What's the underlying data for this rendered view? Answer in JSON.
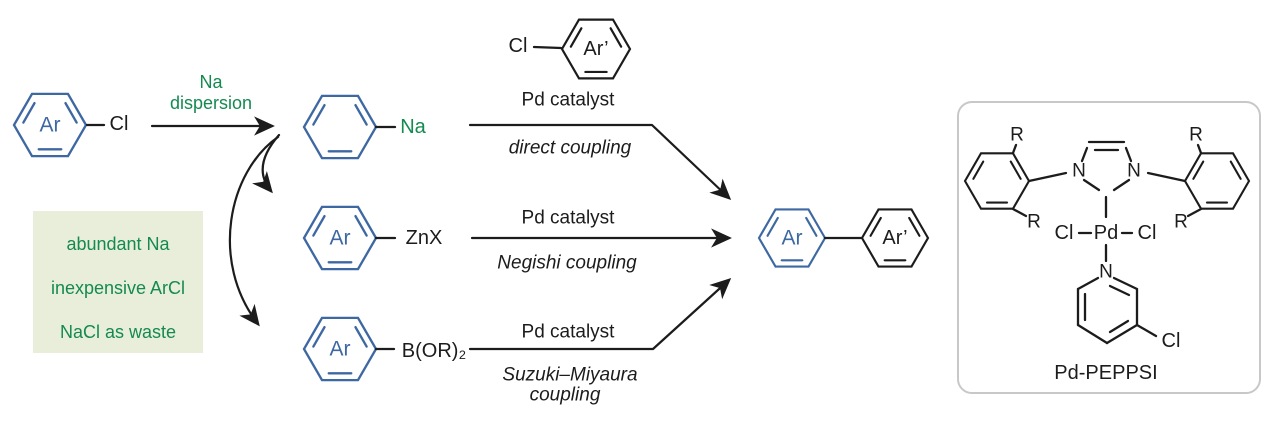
{
  "colors": {
    "blue": "#3e68a2",
    "green": "#148a50",
    "black": "#1c1c1c",
    "benefits_bg": "#e9eedb",
    "panel_border": "#c8c8c8"
  },
  "reactant": {
    "ring_label": "Ar",
    "substituent": "Cl"
  },
  "na_arrow": {
    "label_line1": "Na",
    "label_line2": "dispersion"
  },
  "benefits_box": {
    "lines": [
      "abundant Na",
      "inexpensive ArCl",
      "NaCl as waste"
    ]
  },
  "intermediates": [
    {
      "substituent": "Na"
    },
    {
      "ring_label": "Ar",
      "substituent": "ZnX"
    },
    {
      "ring_label": "Ar",
      "substituent": "B(OR)₂"
    }
  ],
  "reagent": {
    "substituent": "Cl",
    "ring_label": "Ar’"
  },
  "reactions": [
    {
      "catalyst": "Pd catalyst",
      "name": "direct coupling"
    },
    {
      "catalyst": "Pd catalyst",
      "name": "Negishi coupling"
    },
    {
      "catalyst": "Pd catalyst",
      "name": "Suzuki–Miyaura",
      "name2": "coupling"
    }
  ],
  "product": {
    "ring1_label": "Ar",
    "ring2_label": "Ar’"
  },
  "catalyst_panel": {
    "label": "Pd-PEPPSI",
    "atoms": {
      "n_left": "N",
      "n_right": "N",
      "pd": "Pd",
      "cl_left": "Cl",
      "cl_right": "Cl",
      "n_pyridine": "N",
      "cl_pyridine": "Cl",
      "r_top_left": "R",
      "r_bottom_left": "R",
      "r_top_right": "R",
      "r_bottom_right": "R"
    }
  }
}
